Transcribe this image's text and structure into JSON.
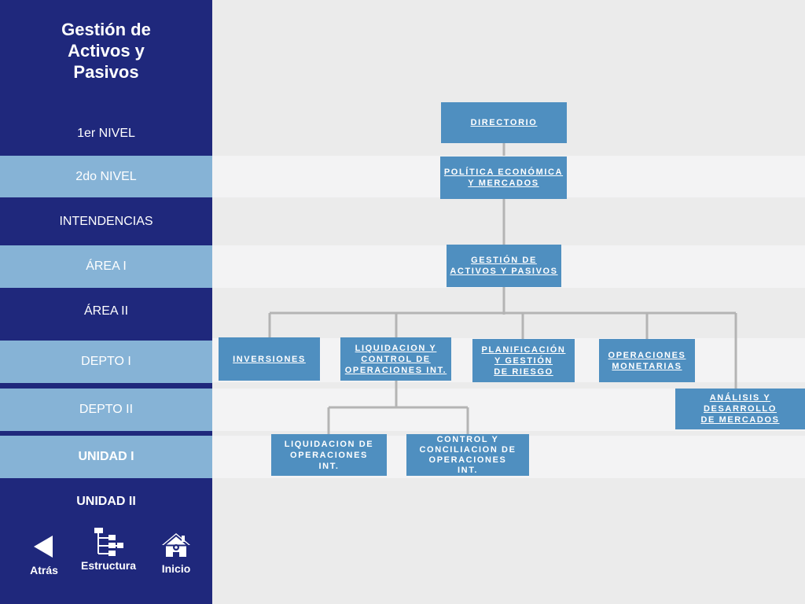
{
  "sidebar": {
    "title": "Gestión de\nActivos y\nPasivos",
    "levels": [
      "1er NIVEL",
      "2do NIVEL",
      "INTENDENCIAS",
      "ÁREA I",
      "ÁREA II",
      "DEPTO I",
      "DEPTO II",
      "UNIDAD  I",
      "UNIDAD II"
    ]
  },
  "nav": {
    "back_label": "Atrás",
    "structure_label": "Estructura",
    "home_label": "Inicio"
  },
  "chart": {
    "directorio": "DIRECTORIO",
    "politica": "POLÍTICA ECONÓMICA\nY MERCADOS",
    "gestion": "GESTIÓN DE\nACTIVOS Y PASIVOS",
    "inversiones": "INVERSIONES",
    "liquidacion_control": "LIQUIDACION Y\nCONTROL DE\nOPERACIONES INT.",
    "planificacion": "PLANIFICACIÓN\nY GESTIÓN\nDE RIESGO",
    "operaciones_monetarias": "OPERACIONES\nMONETARIAS",
    "analisis": "ANÁLISIS Y DESARROLLO\nDE MERCADOS",
    "liquidacion_operaciones": "LIQUIDACION DE\nOPERACIONES\nINT.",
    "control_conciliacion": "CONTROL Y\nCONCILIACION DE\nOPERACIONES\nINT."
  },
  "colors": {
    "sidebar": "#1f287c",
    "light_band": "#86b3d6",
    "box": "#4f8fc0",
    "connector": "#b4b4b4"
  }
}
